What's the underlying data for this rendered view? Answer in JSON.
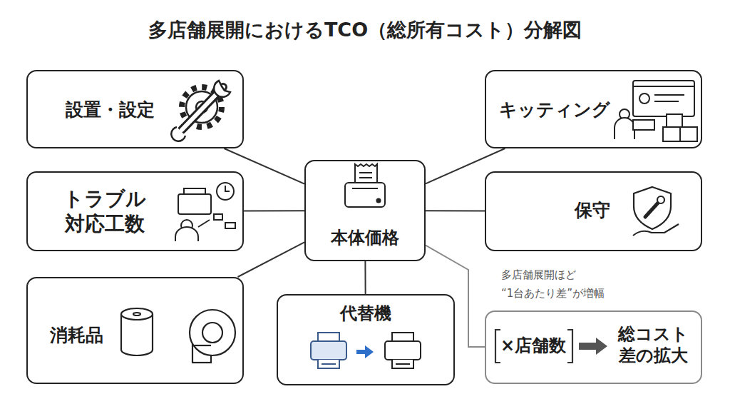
{
  "diagram": {
    "title": "多店舗展開におけるTCO（総所有コスト）分解図",
    "nodes": [
      {
        "text": [
          "設置・設定"
        ]
      },
      {
        "text": [
          "キッティング"
        ]
      },
      {
        "text": [
          "トラブル 対応工数"
        ]
      },
      {
        "text": [
          "本体価格"
        ]
      },
      {
        "text": [
          "保守"
        ]
      },
      {
        "text": [
          "消耗品"
        ]
      },
      {
        "text": [
          "代替機"
        ]
      },
      {
        "text": [
          "×店舗数",
          "総コスト 差の拡大"
        ]
      }
    ],
    "edges": [
      {
        "from": 3,
        "to": 0,
        "arrow": "none"
      },
      {
        "from": 3,
        "to": 1,
        "arrow": "none"
      },
      {
        "from": 3,
        "to": 2,
        "arrow": "none"
      },
      {
        "from": 3,
        "to": 4,
        "arrow": "none"
      },
      {
        "from": 3,
        "to": 5,
        "arrow": "none"
      },
      {
        "from": 3,
        "to": 6,
        "arrow": "none"
      },
      {
        "from": 3,
        "to": 7,
        "label": "多店舗展開ほど “1台あたり差”が増幅",
        "arrow": "none"
      }
    ]
  }
}
